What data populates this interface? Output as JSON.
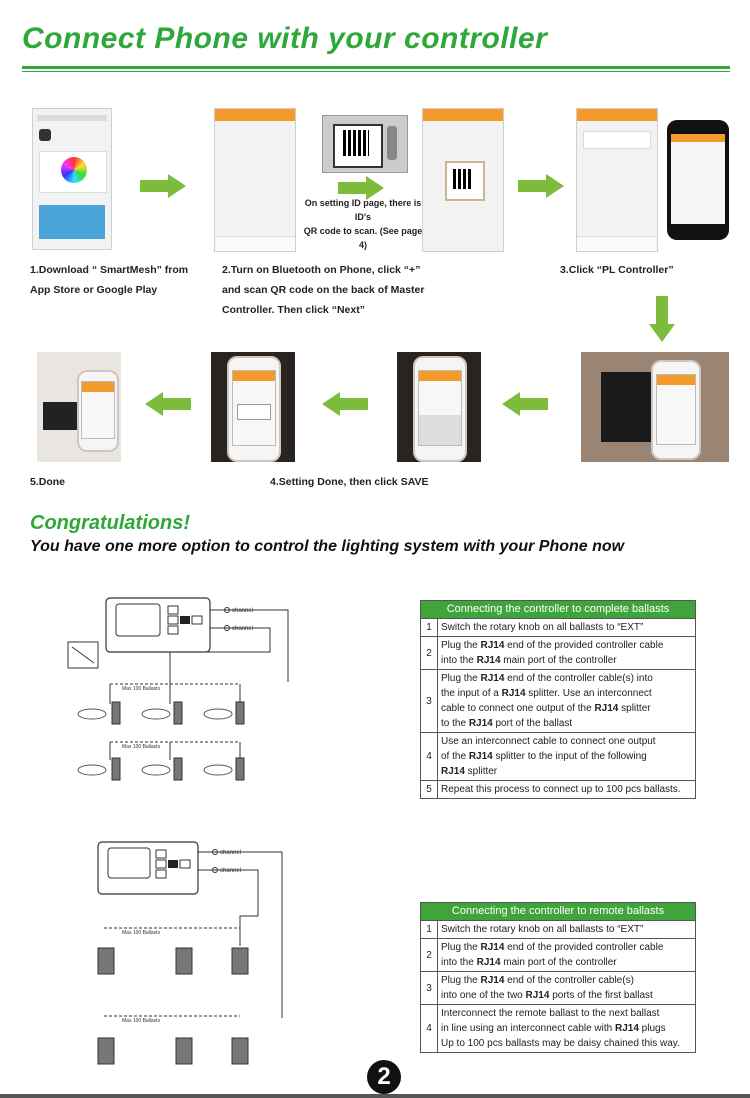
{
  "page": {
    "title": "Connect Phone with your controller",
    "page_number": "2"
  },
  "steps": {
    "s1_line1": "1.Download “ SmartMesh” from",
    "s1_line2": "App Store or Google Play",
    "s2_line1": "2.Turn on Bluetooth on Phone, click “+”",
    "s2_line2": "and scan QR code on the back of Master",
    "s2_line3": "Controller. Then click “Next”",
    "s3": "3.Click “PL Controller”",
    "s4": "4.Setting Done, then click SAVE",
    "s5": "5.Done",
    "qr_note_line1": "On setting ID page, there is ID's",
    "qr_note_line2": "QR code to scan. (See page 4)"
  },
  "congrats": {
    "heading": "Congratulations!",
    "subheading": "You have one more option to control the lighting system with your Phone now"
  },
  "diagram": {
    "channel": "channel",
    "max_label": "Max 100 Ballasts"
  },
  "table1": {
    "header": "Connecting the controller to complete ballasts",
    "rows": [
      {
        "n": "1",
        "lines": [
          "Switch the rotary knob on all ballasts to “EXT”"
        ]
      },
      {
        "n": "2",
        "lines": [
          "Plug the RJ14 end of the provided controller cable",
          "into the RJ14 main port of the controller"
        ]
      },
      {
        "n": "3",
        "lines": [
          "Plug the RJ14 end of the controller cable(s) into",
          "the input of a RJ14 splitter. Use an interconnect",
          "cable to connect one output of the RJ14 splitter",
          "to the RJ14 port of the ballast"
        ]
      },
      {
        "n": "4",
        "lines": [
          "Use an interconnect cable to connect one output",
          "of the RJ14 splitter to the input of the following",
          "RJ14 splitter"
        ]
      },
      {
        "n": "5",
        "lines": [
          "Repeat this process to connect up to 100 pcs ballasts."
        ]
      }
    ]
  },
  "table2": {
    "header": "Connecting the controller to remote ballasts",
    "rows": [
      {
        "n": "1",
        "lines": [
          "Switch the rotary knob on all ballasts to “EXT”"
        ]
      },
      {
        "n": "2",
        "lines": [
          "Plug the RJ14 end of the provided controller cable",
          "into the RJ14 main port of the controller"
        ]
      },
      {
        "n": "3",
        "lines": [
          "Plug the RJ14 end of the controller cable(s)",
          "into one of the two RJ14 ports of the first ballast"
        ]
      },
      {
        "n": "4",
        "lines": [
          "Interconnect the remote ballast to the next ballast",
          "in line using an interconnect cable with RJ14 plugs",
          "Up to 100 pcs ballasts may be daisy chained this way."
        ]
      }
    ]
  },
  "colors": {
    "accent_green": "#2fa83a",
    "app_orange": "#f39a2d",
    "table_header": "#3fa53a"
  }
}
